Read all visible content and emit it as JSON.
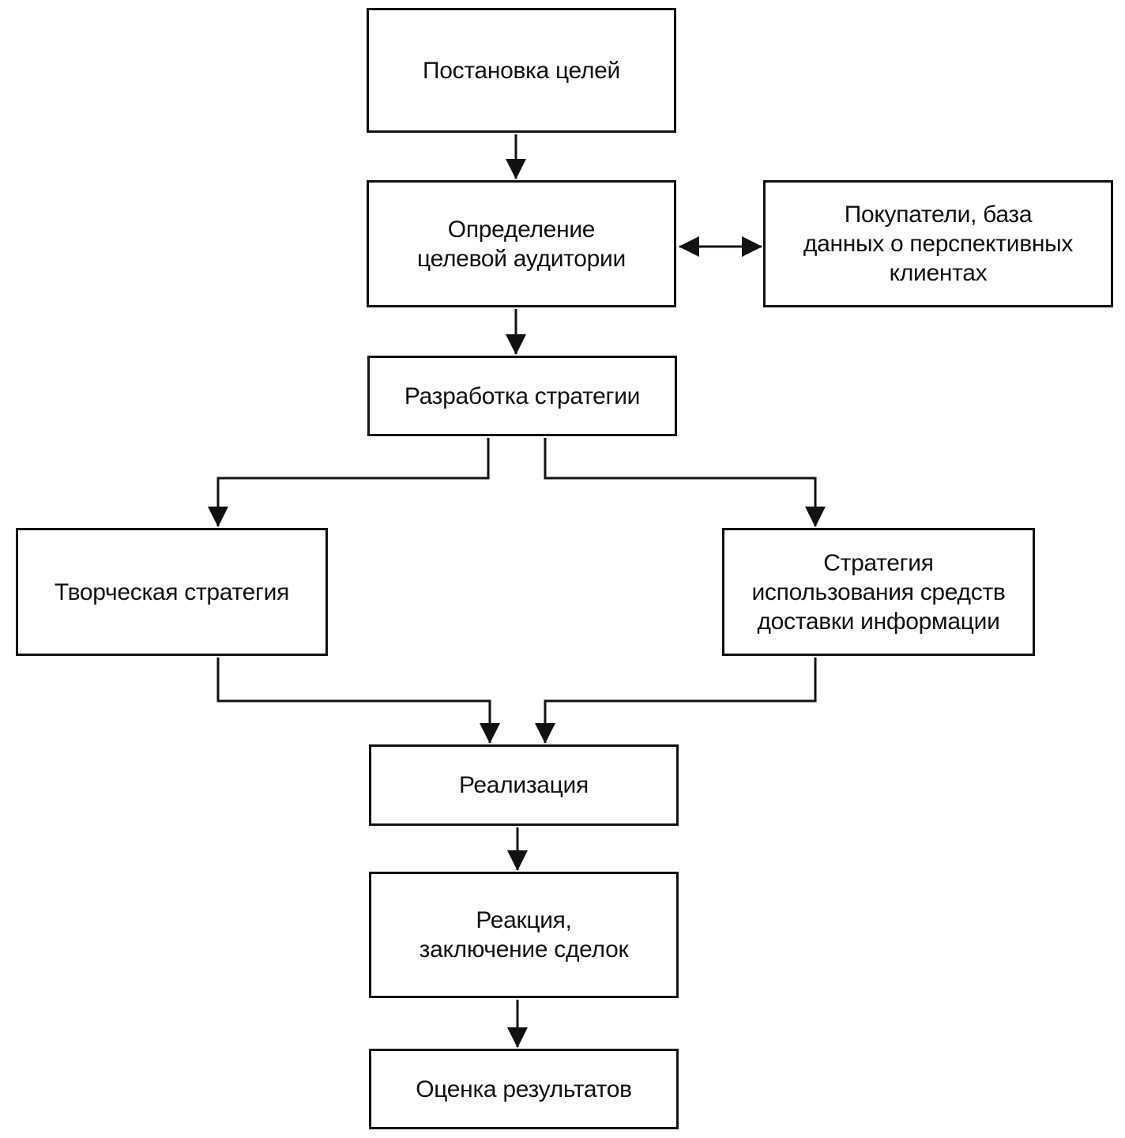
{
  "diagram": {
    "nodes": {
      "goals": "Постановка целей",
      "audience": "Определение\nцелевой аудитории",
      "database": "Покупатели, база\nданных о перспективных\nклиентах",
      "strategy": "Разработка стратегии",
      "creative": "Творческая стратегия",
      "media": "Стратегия\nиспользования средств\nдоставки информации",
      "implementation": "Реализация",
      "reaction": "Реакция,\nзаключение сделок",
      "evaluation": "Оценка результатов"
    },
    "edges": [
      {
        "from": "goals",
        "to": "audience"
      },
      {
        "from": "audience",
        "to": "database",
        "bidirectional": true
      },
      {
        "from": "audience",
        "to": "strategy"
      },
      {
        "from": "strategy",
        "to": "creative"
      },
      {
        "from": "strategy",
        "to": "media"
      },
      {
        "from": "creative",
        "to": "implementation"
      },
      {
        "from": "media",
        "to": "implementation"
      },
      {
        "from": "implementation",
        "to": "reaction"
      },
      {
        "from": "reaction",
        "to": "evaluation"
      }
    ],
    "line_color": "#111111"
  }
}
